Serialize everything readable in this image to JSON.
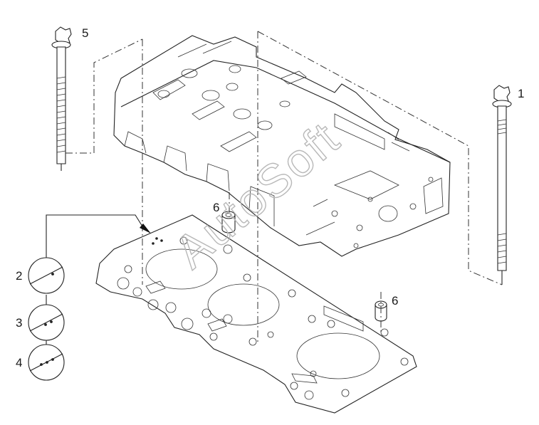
{
  "callouts": [
    {
      "id": "1",
      "text": "1"
    },
    {
      "id": "2",
      "text": "2"
    },
    {
      "id": "3",
      "text": "3"
    },
    {
      "id": "4",
      "text": "4"
    },
    {
      "id": "5",
      "text": "5"
    },
    {
      "id": "6a",
      "text": "6"
    },
    {
      "id": "6b",
      "text": "6"
    }
  ],
  "watermark": {
    "text": "AutoSoft"
  },
  "colors": {
    "line": "#222222",
    "watermark": "#b8b8b8",
    "background": "#ffffff"
  }
}
